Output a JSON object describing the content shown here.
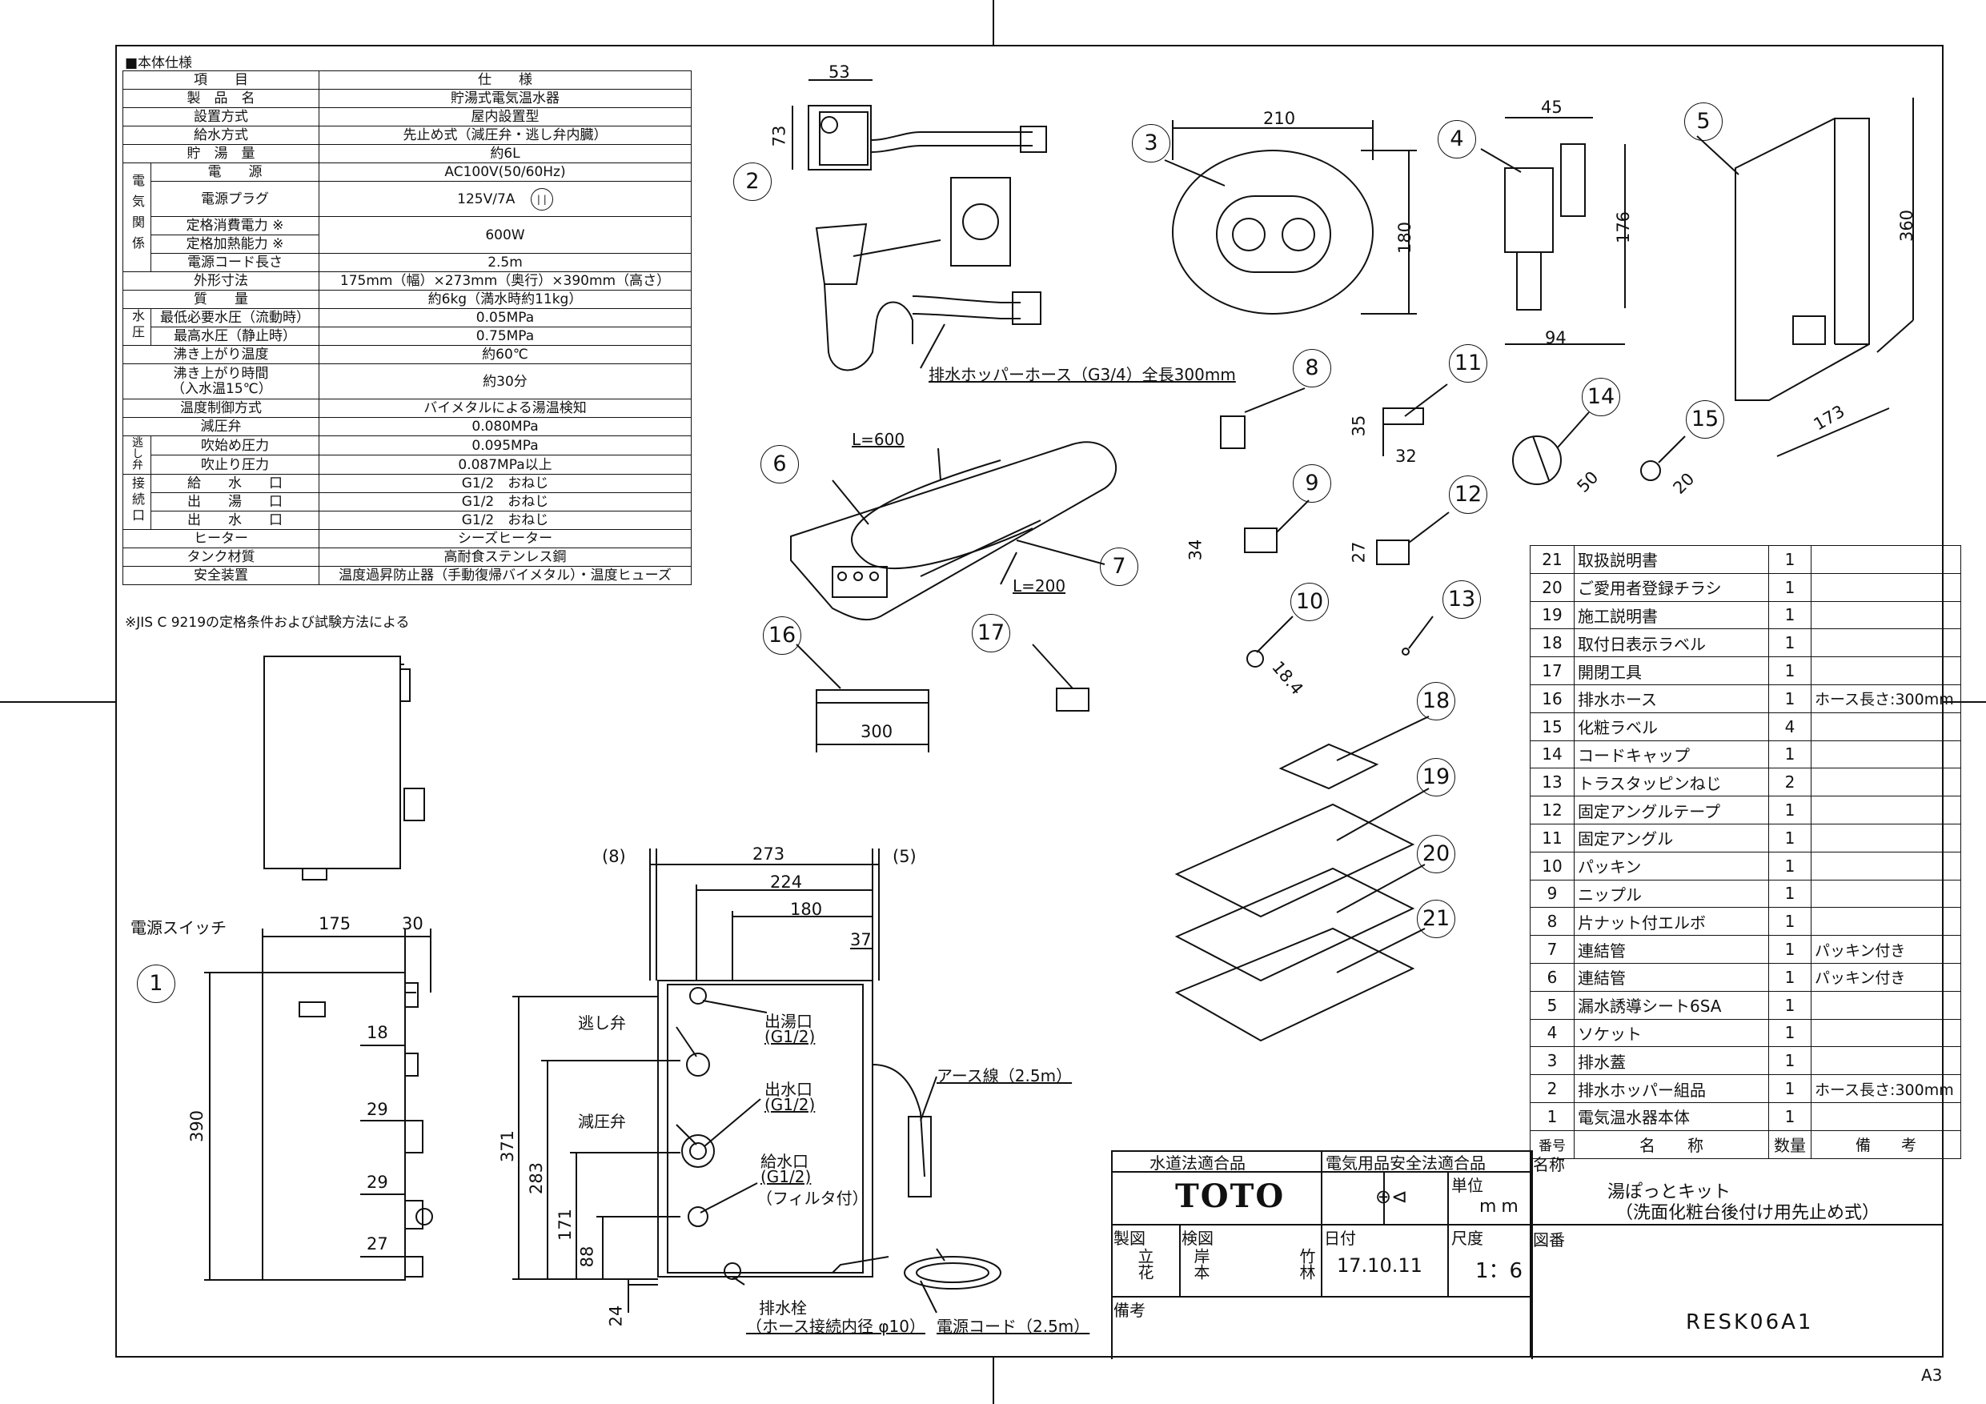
{
  "spec": {
    "title": "■本体仕様",
    "header": {
      "item": "項　　目",
      "spec": "仕　　様"
    },
    "note": "※JIS C 9219の定格条件および試験方法による",
    "rows": [
      {
        "label": "製　品　名",
        "value": "貯湯式電気温水器"
      },
      {
        "label": "設置方式",
        "value": "屋内設置型"
      },
      {
        "label": "給水方式",
        "value": "先止め式（減圧弁・逃し弁内臓）"
      },
      {
        "label": "貯　湯　量",
        "value": "約6L"
      },
      {
        "group": "電気関係",
        "label": "電　　源",
        "value": "AC100V(50/60Hz)"
      },
      {
        "label": "電源プラグ",
        "value": "125V/7A"
      },
      {
        "label": "定格消費電力 ※",
        "value": "600W"
      },
      {
        "label": "定格加熱能力 ※",
        "value": ""
      },
      {
        "label": "電源コード長さ",
        "value": "2.5m"
      },
      {
        "label": "外形寸法",
        "value": "175mm（幅）×273mm（奥行）×390mm（高さ）"
      },
      {
        "label": "質　　量",
        "value": "約6kg（満水時約11kg）"
      },
      {
        "group": "水圧",
        "label": "最低必要水圧（流動時）",
        "value": "0.05MPa"
      },
      {
        "label": "最高水圧（静止時）",
        "value": "0.75MPa"
      },
      {
        "label": "沸き上がり温度",
        "value": "約60℃"
      },
      {
        "label": "沸き上がり時間（入水温15℃）",
        "value": "約30分"
      },
      {
        "label": "温度制御方式",
        "value": "バイメタルによる湯温検知"
      },
      {
        "label": "減圧弁",
        "value": "0.080MPa"
      },
      {
        "group": "逃し弁",
        "label": "吹始め圧力",
        "value": "0.095MPa"
      },
      {
        "label": "吹止り圧力",
        "value": "0.087MPa以上"
      },
      {
        "group": "接続口",
        "label": "給　　水　　口",
        "value": "G1/2　おねじ"
      },
      {
        "label": "出　　湯　　口",
        "value": "G1/2　おねじ"
      },
      {
        "label": "出　　水　　口",
        "value": "G1/2　おねじ"
      },
      {
        "label": "ヒーター",
        "value": "シーズヒーター"
      },
      {
        "label": "タンク材質",
        "value": "高耐食ステンレス鋼"
      },
      {
        "label": "安全装置",
        "value": "温度過昇防止器（手動復帰バイメタル）・温度ヒューズ"
      }
    ]
  },
  "parts": {
    "header": {
      "no": "番号",
      "name": "名　　称",
      "qty": "数量",
      "remark": "備　　考"
    },
    "rows": [
      {
        "no": "21",
        "name": "取扱説明書",
        "qty": "1",
        "remark": ""
      },
      {
        "no": "20",
        "name": "ご愛用者登録チラシ",
        "qty": "1",
        "remark": ""
      },
      {
        "no": "19",
        "name": "施工説明書",
        "qty": "1",
        "remark": ""
      },
      {
        "no": "18",
        "name": "取付日表示ラベル",
        "qty": "1",
        "remark": ""
      },
      {
        "no": "17",
        "name": "開閉工具",
        "qty": "1",
        "remark": ""
      },
      {
        "no": "16",
        "name": "排水ホース",
        "qty": "1",
        "remark": "ホース長さ:300mm"
      },
      {
        "no": "15",
        "name": "化粧ラベル",
        "qty": "4",
        "remark": ""
      },
      {
        "no": "14",
        "name": "コードキャップ",
        "qty": "1",
        "remark": ""
      },
      {
        "no": "13",
        "name": "トラスタッピンねじ",
        "qty": "2",
        "remark": ""
      },
      {
        "no": "12",
        "name": "固定アングルテープ",
        "qty": "1",
        "remark": ""
      },
      {
        "no": "11",
        "name": "固定アングル",
        "qty": "1",
        "remark": ""
      },
      {
        "no": "10",
        "name": "パッキン",
        "qty": "1",
        "remark": ""
      },
      {
        "no": "9",
        "name": "ニップル",
        "qty": "1",
        "remark": ""
      },
      {
        "no": "8",
        "name": "片ナット付エルボ",
        "qty": "1",
        "remark": ""
      },
      {
        "no": "7",
        "name": "連結管",
        "qty": "1",
        "remark": "パッキン付き"
      },
      {
        "no": "6",
        "name": "連結管",
        "qty": "1",
        "remark": "パッキン付き"
      },
      {
        "no": "5",
        "name": "漏水誘導シート6SA",
        "qty": "1",
        "remark": ""
      },
      {
        "no": "4",
        "name": "ソケット",
        "qty": "1",
        "remark": ""
      },
      {
        "no": "3",
        "name": "排水蓋",
        "qty": "1",
        "remark": ""
      },
      {
        "no": "2",
        "name": "排水ホッパー組品",
        "qty": "1",
        "remark": "ホース長さ:300mm"
      },
      {
        "no": "1",
        "name": "電気温水器本体",
        "qty": "1",
        "remark": ""
      }
    ]
  },
  "title_block": {
    "cert_water": "水道法適合品",
    "cert_electric": "電気用品安全法適合品",
    "brand": "TOTO",
    "unit_label": "単位",
    "unit_value": "mm",
    "name_label": "名称",
    "product_name_1": "湯ぽっとキット",
    "product_name_2": "（洗面化粧台後付け用先止め式）",
    "drawn_label": "製図",
    "drawn_by": "立花",
    "checked_label": "検図",
    "checked_by": "岸本",
    "approved_by": "竹林",
    "date_label": "日付",
    "date": "17.10.11",
    "scale_label": "尺度",
    "scale": "1：6",
    "drawing_no_label": "図番",
    "drawing_no": "RESK06A1",
    "remarks_label": "備考"
  },
  "sheet_size": "A3",
  "callouts": [
    "1",
    "2",
    "3",
    "4",
    "5",
    "6",
    "7",
    "8",
    "9",
    "10",
    "11",
    "12",
    "13",
    "14",
    "15",
    "16",
    "17",
    "18",
    "19",
    "20",
    "21"
  ],
  "labels": {
    "power_switch": "電源スイッチ",
    "relief_valve": "逃し弁",
    "reducing_valve": "減圧弁",
    "hot_outlet": "出湯口",
    "hot_outlet_thread": "(G1/2)",
    "water_outlet": "出水口",
    "water_outlet_thread": "(G1/2)",
    "inlet": "給水口",
    "inlet_thread": "(G1/2)",
    "inlet_filter": "（フィルタ付）",
    "earth_wire": "アース線（2.5m）",
    "drain_plug": "排水栓",
    "drain_hose_bore": "（ホース接続内径 φ10）",
    "power_cord": "電源コード（2.5m）",
    "hopper_hose": "排水ホッパーホース（G3/4）全長300mm",
    "pipe6_len": "L=600",
    "pipe7_len": "L=200"
  },
  "dims": {
    "d53": "53",
    "d73": "73",
    "d210": "210",
    "d180a": "180",
    "d45": "45",
    "d176": "176",
    "d94": "94",
    "d360": "360",
    "d173": "173",
    "d35": "35",
    "d32": "32",
    "d34": "34",
    "d27": "27",
    "d18_4": "18.4",
    "d50": "50",
    "d20": "20",
    "d300": "300",
    "d175": "175",
    "d30": "30",
    "d18": "18",
    "d29a": "29",
    "d29b": "29",
    "d27b": "27",
    "d390": "390",
    "d8": "(8)",
    "d273": "273",
    "d5": "(5)",
    "d224": "224",
    "d180b": "180",
    "d37": "37",
    "d371": "371",
    "d283": "283",
    "d171": "171",
    "d88": "88",
    "d24": "24"
  }
}
